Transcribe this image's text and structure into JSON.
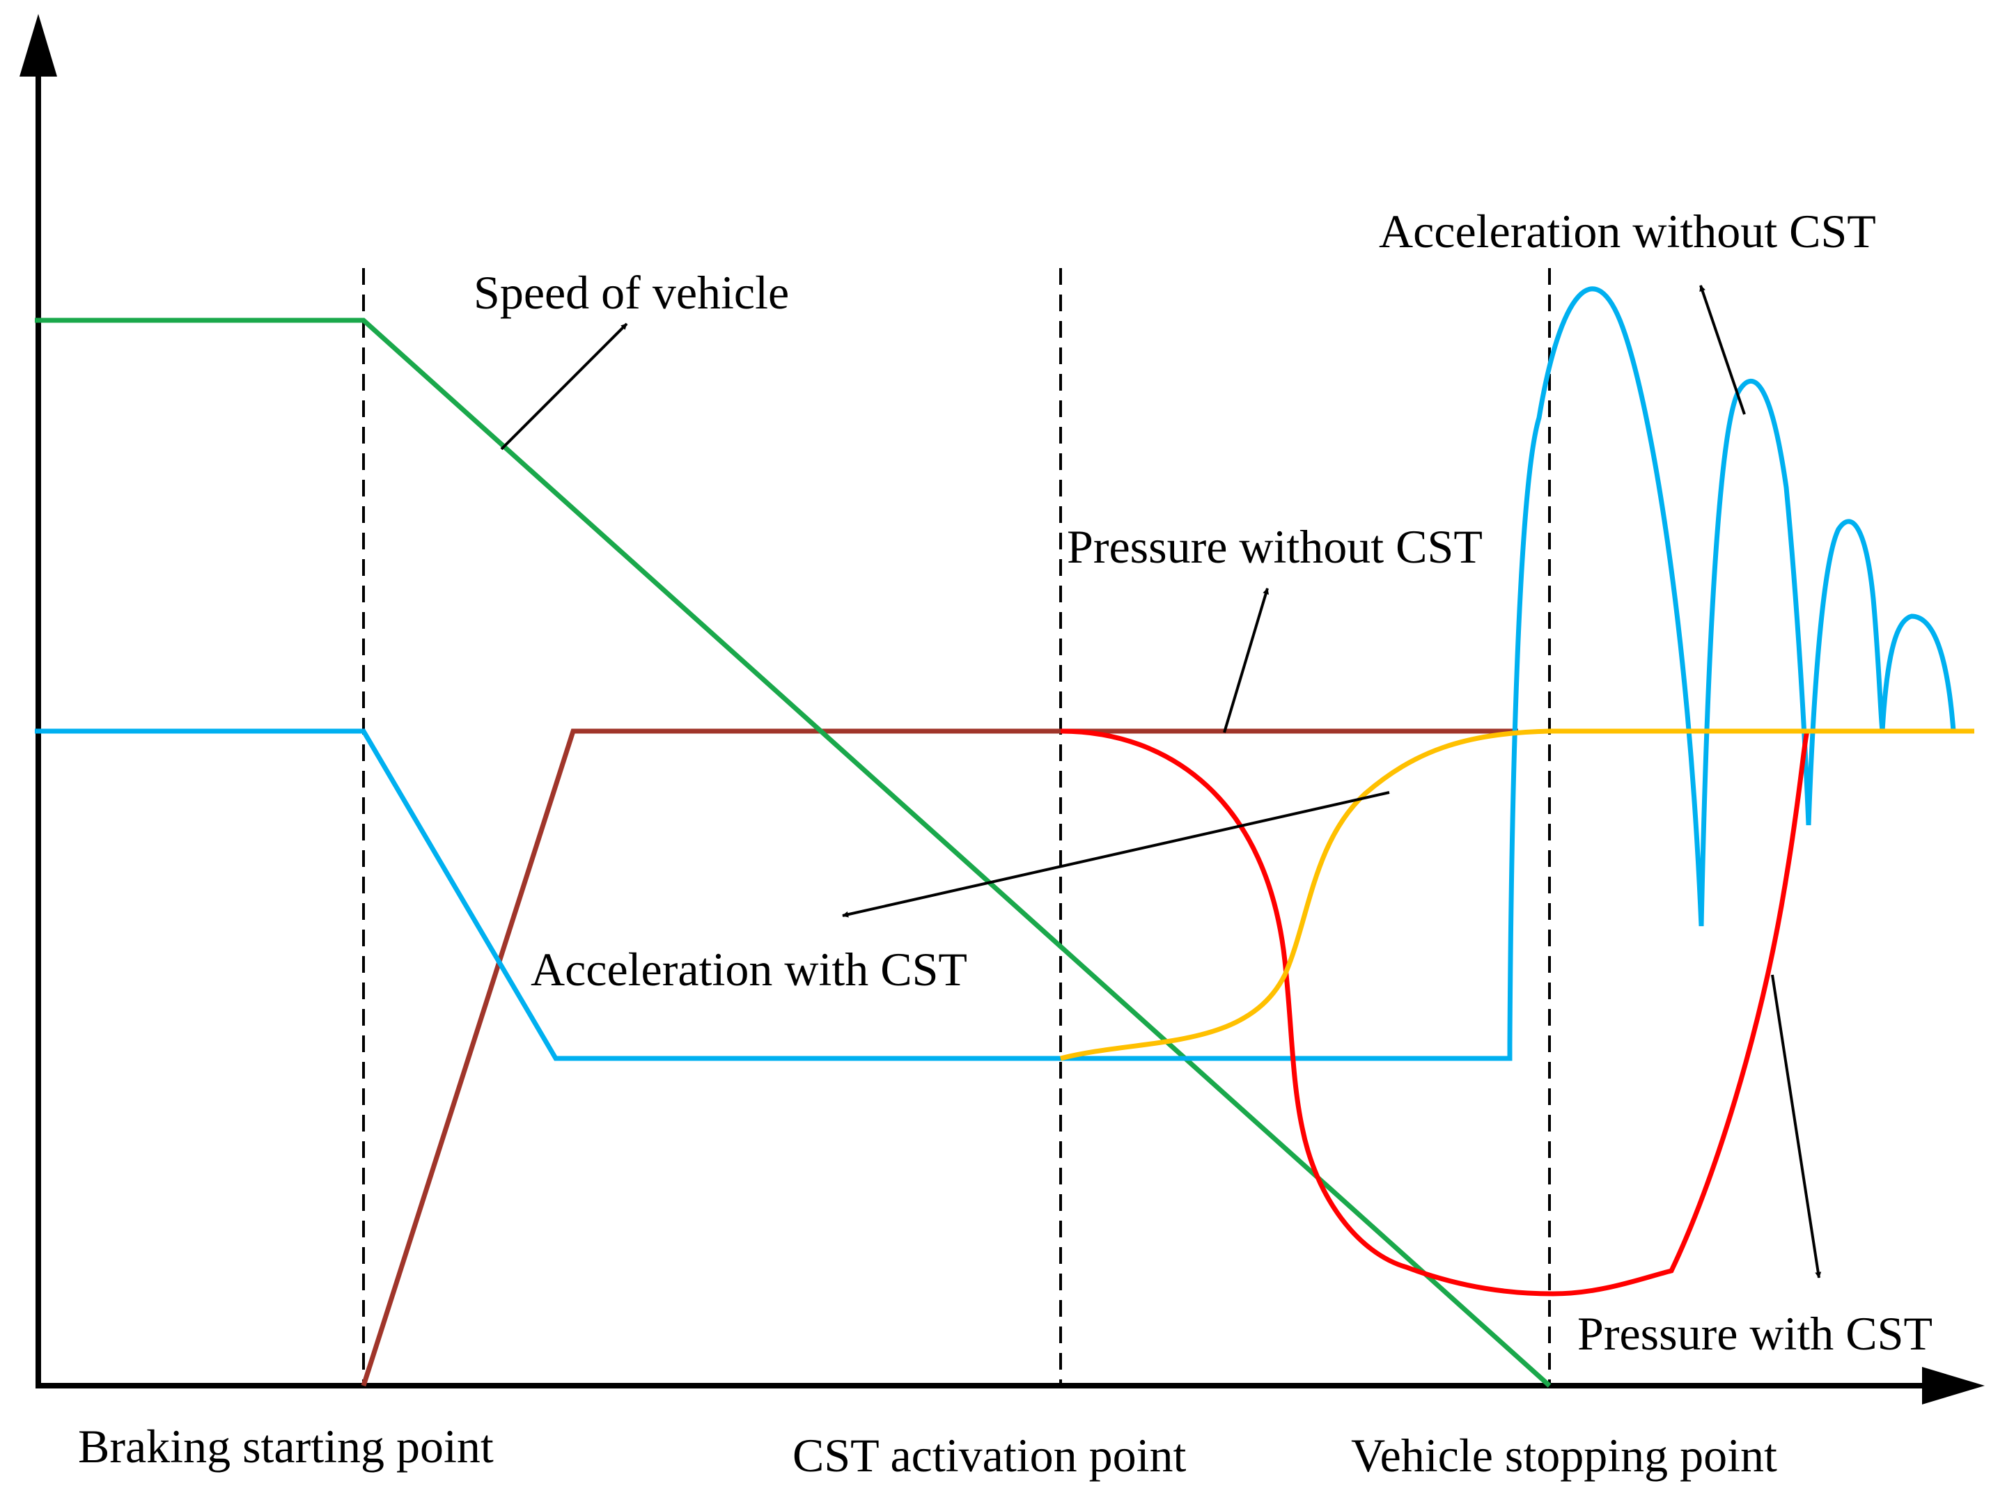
{
  "colors": {
    "speed": "#1aa84b",
    "acceleration": "#00b0f0",
    "pressure_without": "#a0352a",
    "pressure_with": "#ff0000",
    "acceleration_with": "#ffc000",
    "axis": "#000000"
  },
  "annotations": {
    "speed": "Speed of vehicle",
    "pressure_without": "Pressure without CST",
    "acceleration_with": "Acceleration with CST",
    "acceleration_without": "Acceleration without CST",
    "pressure_with": "Pressure with CST"
  },
  "x_axis_labels": {
    "braking": "Braking starting point",
    "cst": "CST activation point",
    "stopping": "Vehicle stopping point"
  }
}
